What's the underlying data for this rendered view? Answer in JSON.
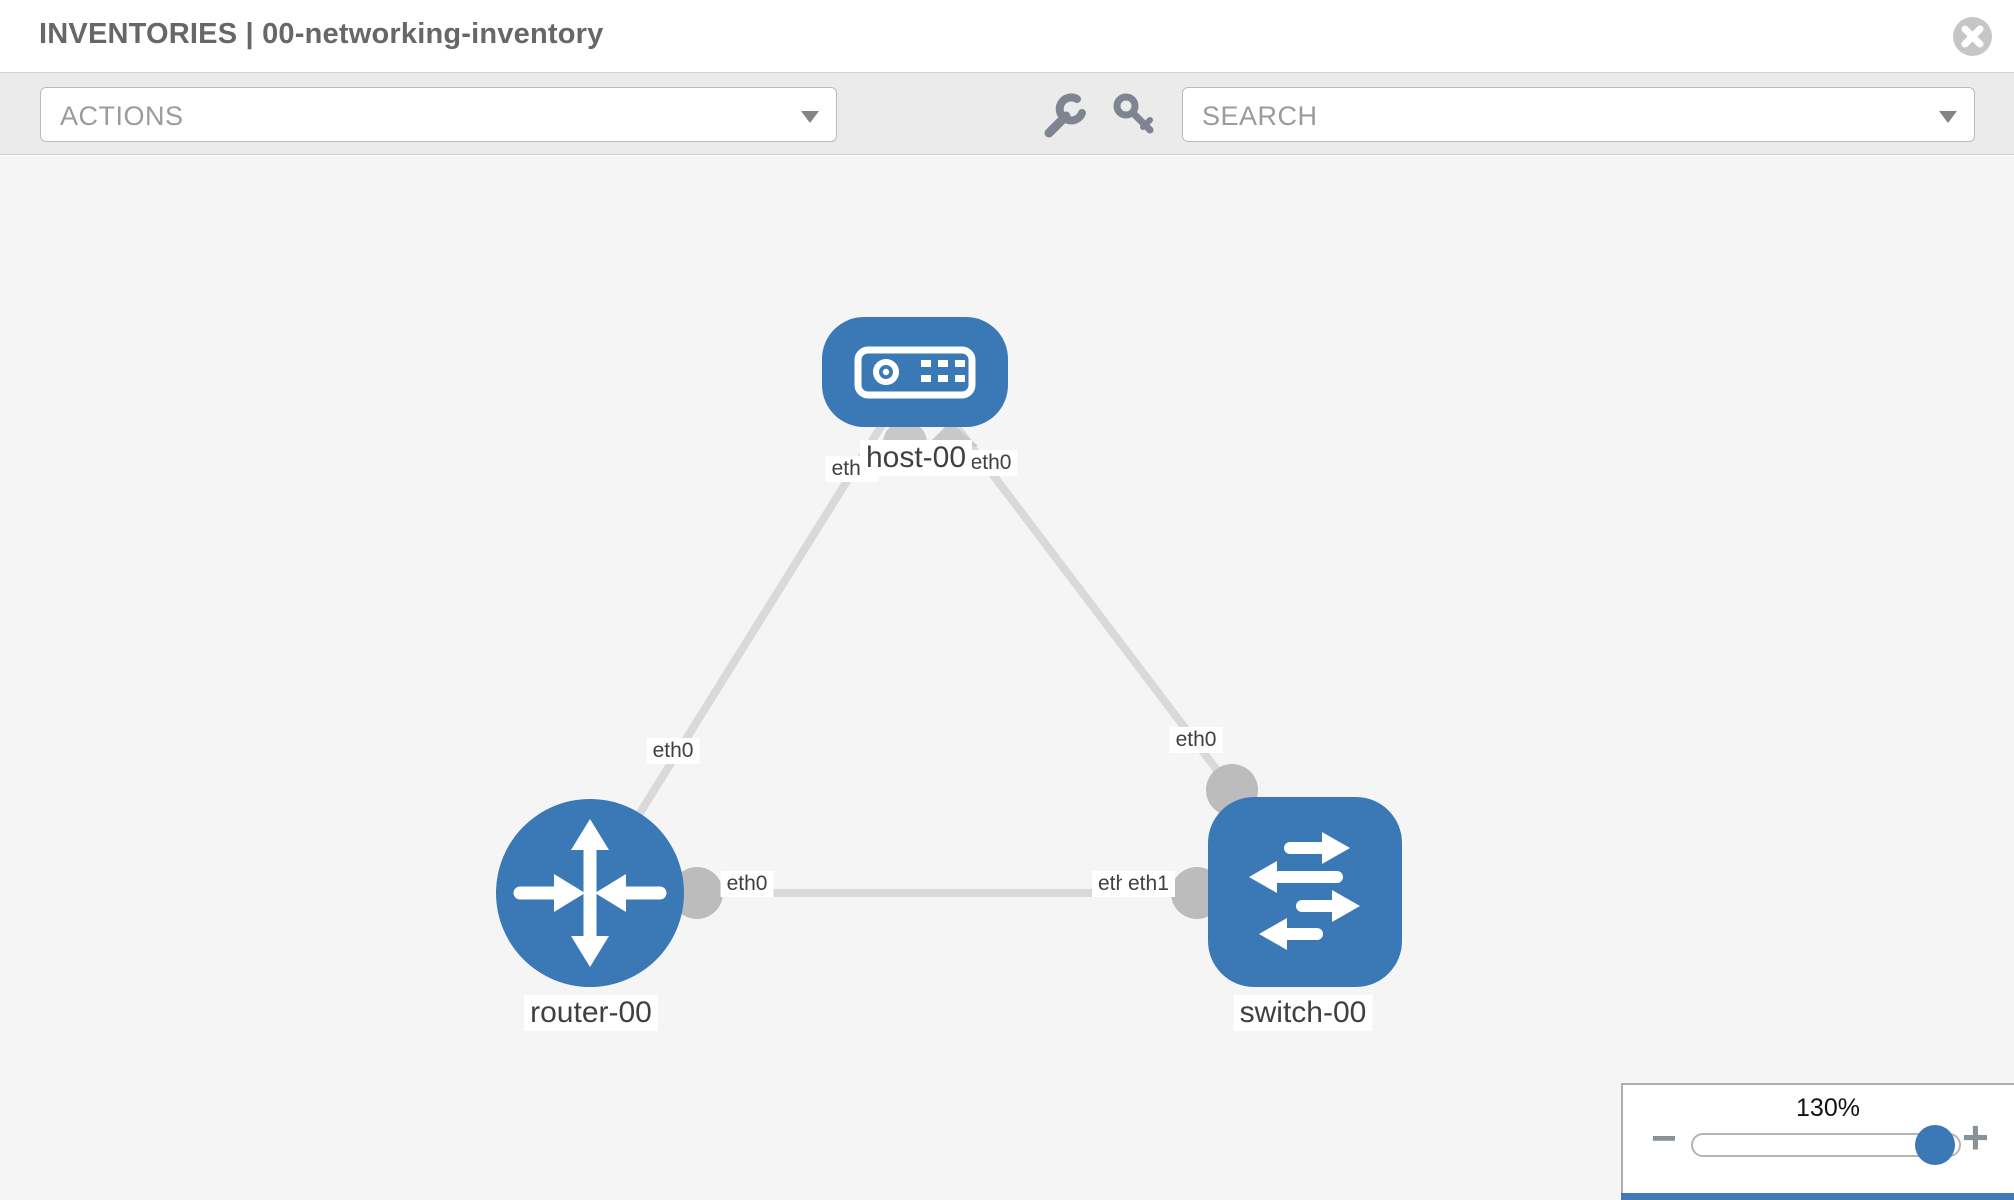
{
  "header": {
    "title": "INVENTORIES | 00-networking-inventory",
    "close_icon": "circle-x-icon"
  },
  "toolbar": {
    "actions_placeholder": "ACTIONS",
    "search_placeholder": "SEARCH",
    "icons": [
      "wrench-icon",
      "key-icon"
    ]
  },
  "topology": {
    "nodes": [
      {
        "label": "host-00",
        "type": "host",
        "shape": "rounded-rect"
      },
      {
        "label": "router-00",
        "type": "router",
        "shape": "circle"
      },
      {
        "label": "switch-00",
        "type": "switch",
        "shape": "rounded-square"
      }
    ],
    "links": [
      {
        "from": "host-00",
        "to": "router-00",
        "from_label": "eth0",
        "to_label": "eth0"
      },
      {
        "from": "host-00",
        "to": "switch-00",
        "from_label": "eth0",
        "to_label": "eth0"
      },
      {
        "from": "router-00",
        "to": "switch-00",
        "from_label": "eth0",
        "to_label": "eth1"
      }
    ],
    "interface_labels": {
      "host_left": "eth0",
      "host_right": "eth0",
      "router_top": "eth0",
      "router_right": "eth0",
      "switch_top": "eth0",
      "switch_left_back": "eth0",
      "switch_left_front": "eth1"
    },
    "colors": {
      "node_fill": "#3a79b5",
      "link": "#d9d9d9",
      "connector": "#bcbcbc",
      "canvas_bg": "#f5f5f5"
    }
  },
  "zoom_panel": {
    "level": "130%",
    "minus_label": "−",
    "plus_label": "+"
  }
}
